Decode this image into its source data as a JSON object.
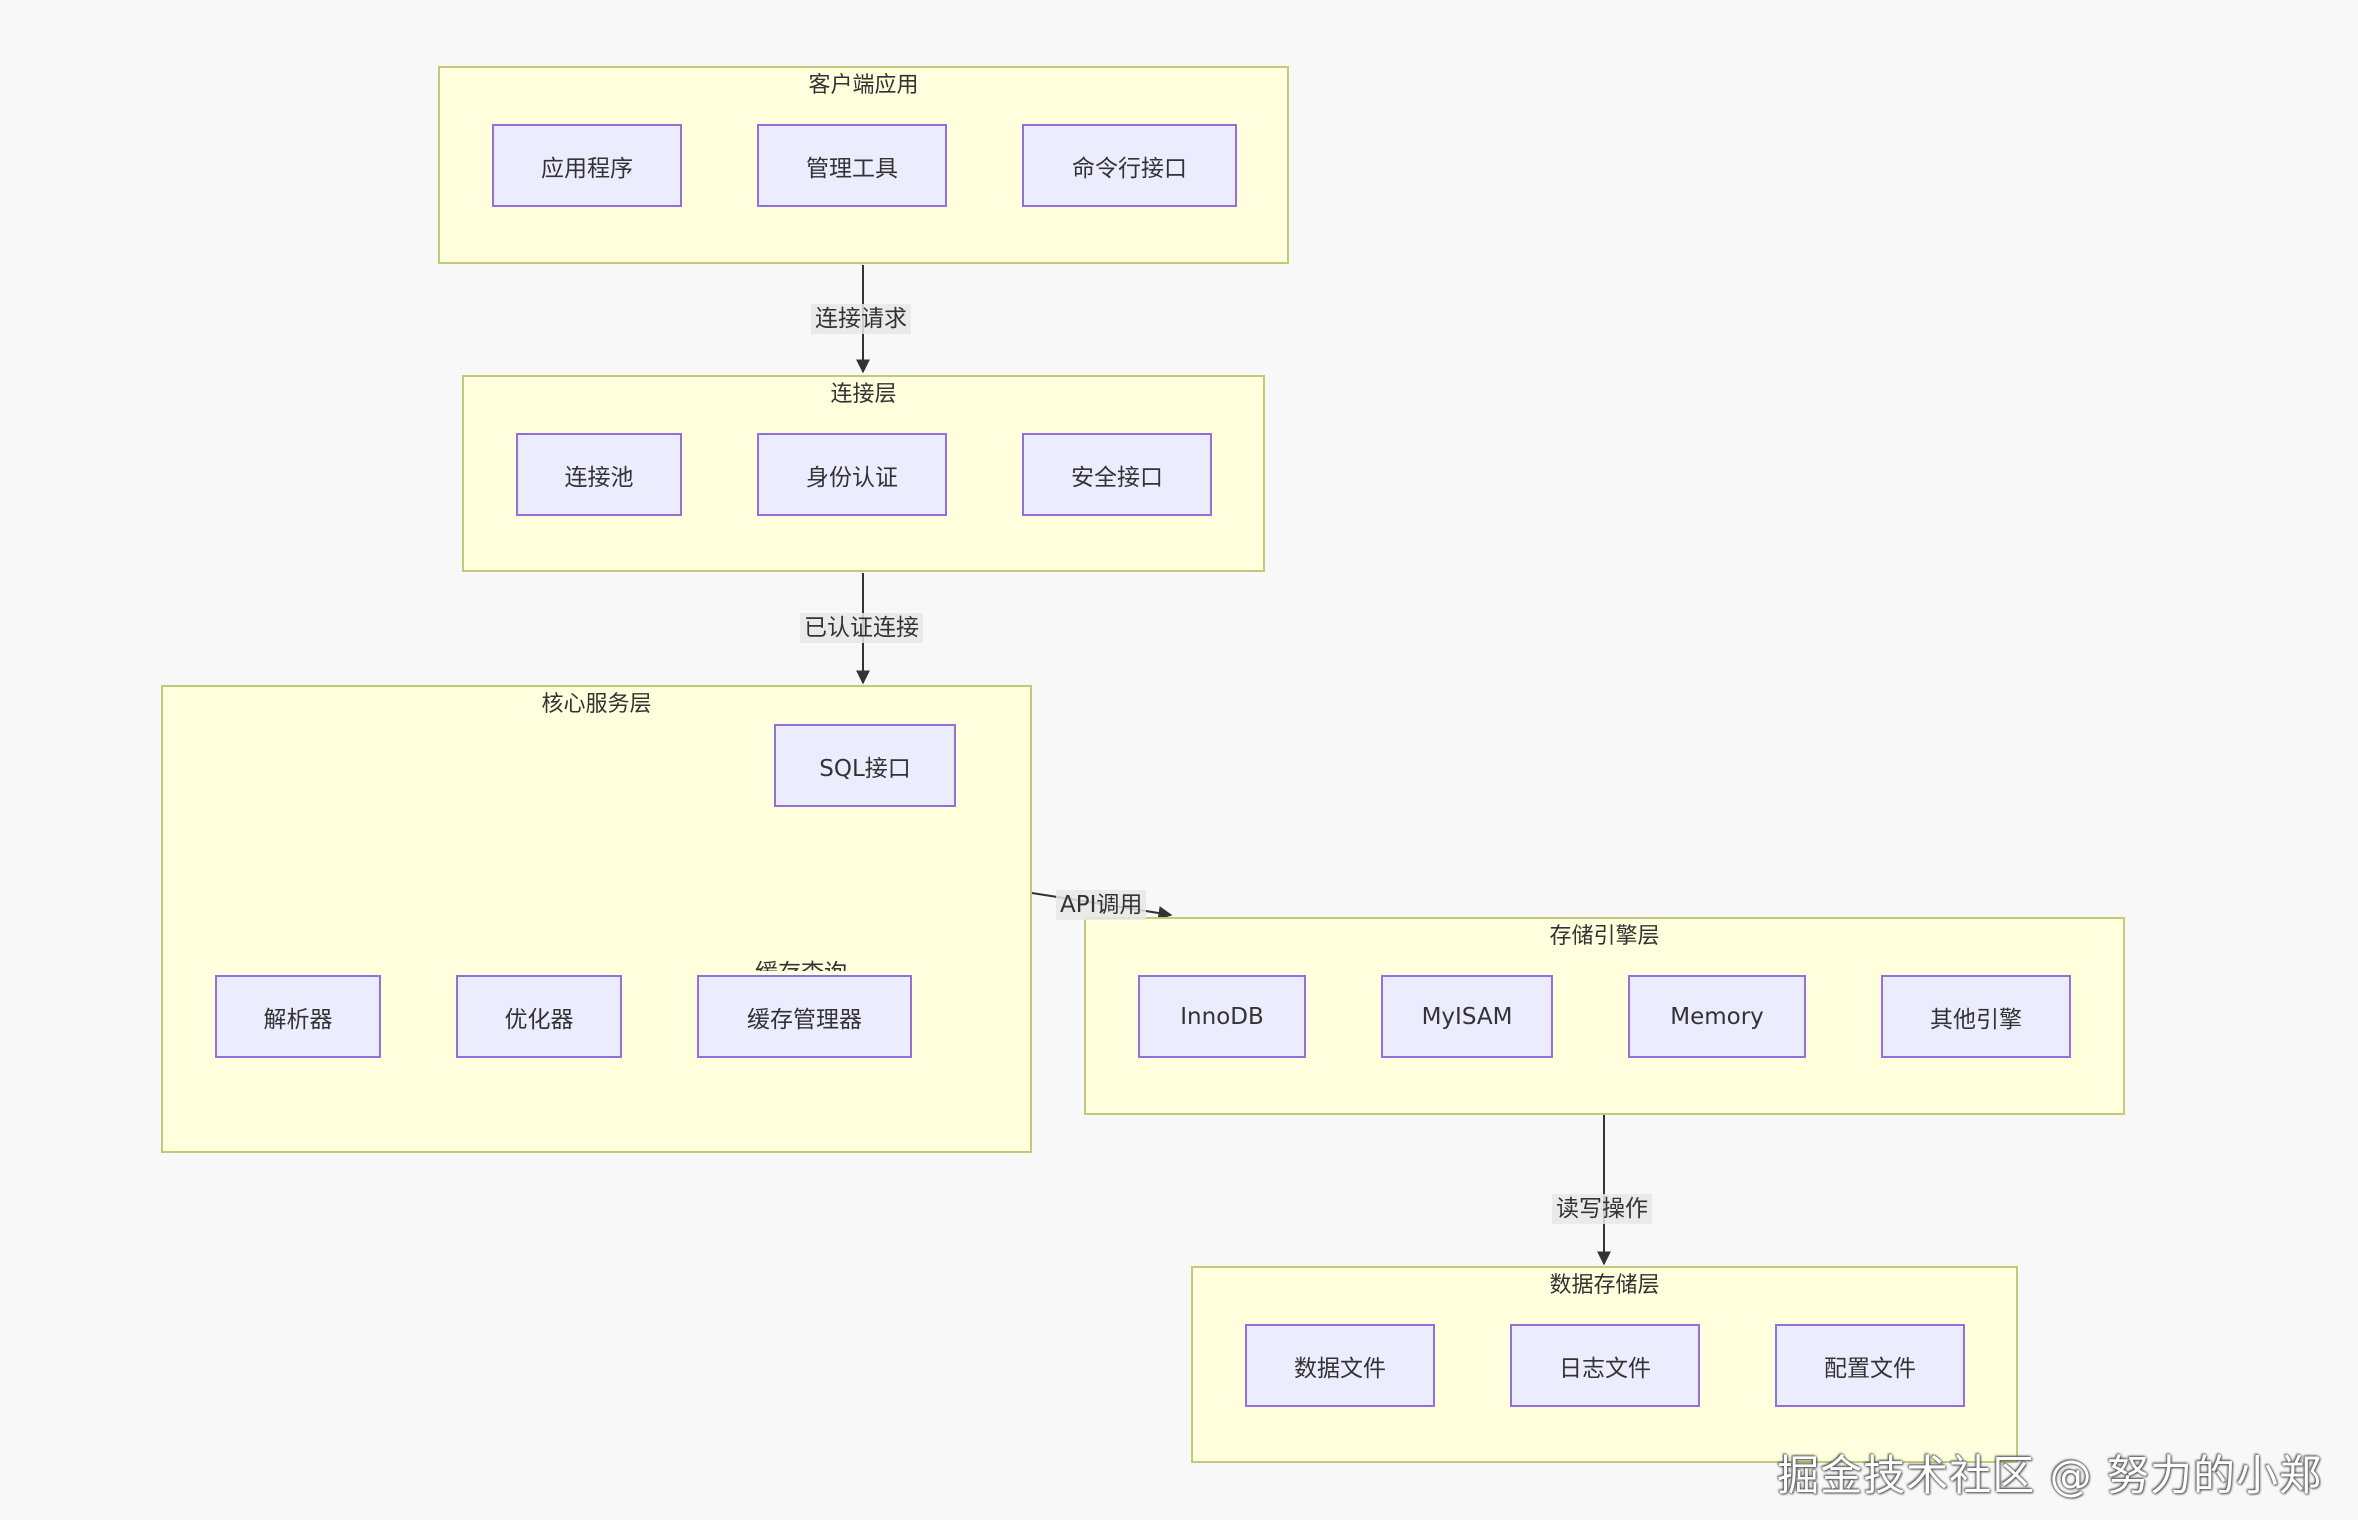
{
  "clusters": {
    "client": {
      "title": "客户端应用",
      "nodes": [
        "应用程序",
        "管理工具",
        "命令行接口"
      ]
    },
    "connection": {
      "title": "连接层",
      "nodes": [
        "连接池",
        "身份认证",
        "安全接口"
      ]
    },
    "core": {
      "title": "核心服务层",
      "nodes": [
        "SQL接口",
        "解析器",
        "优化器",
        "缓存管理器"
      ],
      "hidden_edge_label": "缓存查询"
    },
    "storage_engine": {
      "title": "存储引擎层",
      "nodes": [
        "InnoDB",
        "MyISAM",
        "Memory",
        "其他引擎"
      ]
    },
    "data_storage": {
      "title": "数据存储层",
      "nodes": [
        "数据文件",
        "日志文件",
        "配置文件"
      ]
    }
  },
  "edges": [
    {
      "from": "客户端应用",
      "to": "连接层",
      "label": "连接请求"
    },
    {
      "from": "连接层",
      "to": "核心服务层",
      "label": "已认证连接"
    },
    {
      "from": "核心服务层",
      "to": "存储引擎层",
      "label": "API调用"
    },
    {
      "from": "存储引擎层",
      "to": "数据存储层",
      "label": "读写操作"
    }
  ],
  "watermark": "掘金技术社区 @ 努力的小郑"
}
